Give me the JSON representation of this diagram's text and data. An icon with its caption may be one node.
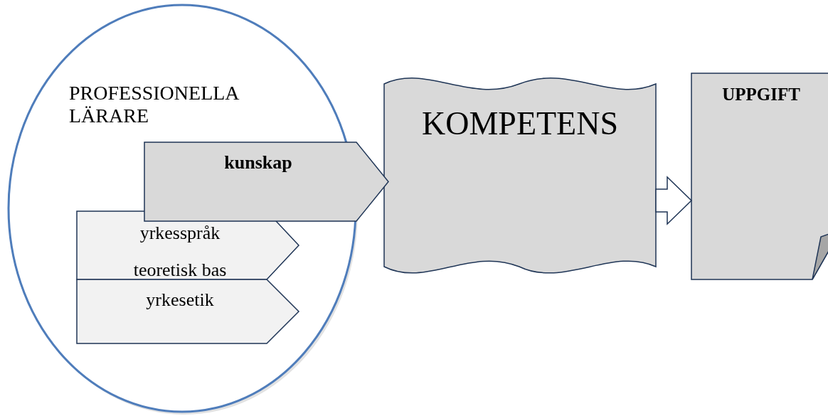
{
  "diagram": {
    "nodes": [
      {
        "text": [
          "PROFESSIONELLA LÄRARE"
        ]
      },
      {
        "text": [
          "kunskap"
        ]
      },
      {
        "text": [
          "yrkesspråk",
          "teoretisk bas"
        ],
        "in": 0
      },
      {
        "text": [
          "yrkesetik"
        ],
        "in": 0
      },
      {
        "text": [
          "KOMPETENS"
        ]
      },
      {
        "text": [
          "UPPGIFT"
        ]
      }
    ],
    "edges": [
      {
        "from": 4,
        "to": 5,
        "arrow": "to",
        "style": "thick"
      }
    ]
  }
}
